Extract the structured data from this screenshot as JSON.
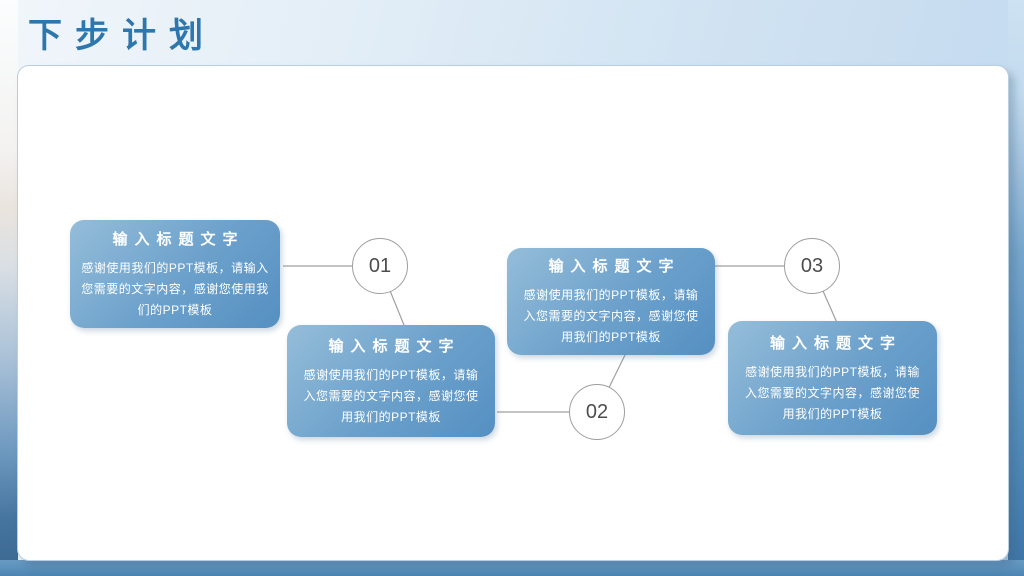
{
  "slide": {
    "title": "下步计划",
    "steps": [
      {
        "number": "01"
      },
      {
        "number": "02"
      },
      {
        "number": "03"
      }
    ],
    "cards": [
      {
        "title": "输入标题文字",
        "body": "感谢使用我们的PPT模板，请输入您需要的文字内容，感谢您使用我们的PPT模板"
      },
      {
        "title": "输入标题文字",
        "body": "感谢使用我们的PPT模板，请输入您需要的文字内容，感谢您使用我们的PPT模板"
      },
      {
        "title": "输入标题文字",
        "body": "感谢使用我们的PPT模板，请输入您需要的文字内容，感谢您使用我们的PPT模板"
      },
      {
        "title": "输入标题文字",
        "body": "感谢使用我们的PPT模板，请输入您需要的文字内容，感谢您使用我们的PPT模板"
      }
    ],
    "colors": {
      "title_text": "#2e77ad",
      "card_gradient_start": "#95bdd9",
      "card_gradient_end": "#5590c2",
      "card_text": "#ffffff",
      "circle_fill": "#ffffff",
      "circle_border": "#9e9e9e",
      "circle_text": "#4d4d4d",
      "connector_line": "#a0a0a0",
      "panel_fill": "#ffffff",
      "panel_border": "#b9cedf",
      "background_bottom": "#4c83b1"
    }
  }
}
